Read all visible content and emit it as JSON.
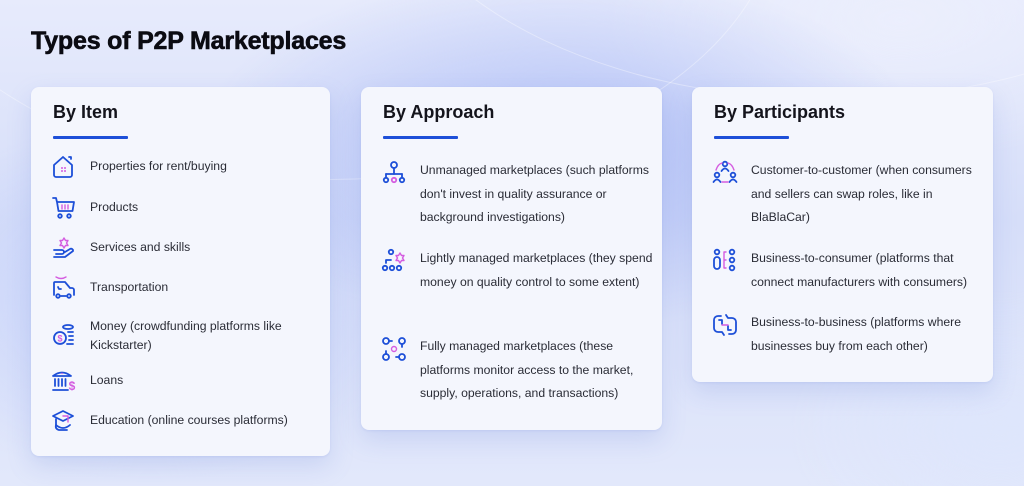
{
  "page": {
    "title": "Types of P2P Marketplaces"
  },
  "colors": {
    "accent_blue": "#1d4fd8",
    "accent_pink": "#d45ce0",
    "card_bg": "#f4f6fd",
    "title_text": "#0b0b12",
    "body_text": "#2a2c36"
  },
  "cards": [
    {
      "title": "By Item",
      "items": [
        {
          "icon": "house-icon",
          "text": "Properties for rent/buying"
        },
        {
          "icon": "shopping-cart-icon",
          "text": "Products"
        },
        {
          "icon": "hand-service-icon",
          "text": "Services and skills"
        },
        {
          "icon": "vehicle-icon",
          "text": "Transportation"
        },
        {
          "icon": "coin-stack-icon",
          "text": "Money (crowdfunding platforms like Kickstarter)"
        },
        {
          "icon": "bank-loan-icon",
          "text": "Loans"
        },
        {
          "icon": "graduation-cap-icon",
          "text": "Education (online courses platforms)"
        }
      ]
    },
    {
      "title": "By Approach",
      "items": [
        {
          "icon": "hierarchy-icon",
          "text": "Unmanaged marketplaces (such platforms don't invest in quality assurance or background investigations)"
        },
        {
          "icon": "hierarchy-gear-icon",
          "text": "Lightly managed marketplaces (they spend money on quality control to some extent)"
        },
        {
          "icon": "network-gear-icon",
          "text": "Fully managed marketplaces (these platforms monitor access to the market, supply, operations, and transactions)"
        }
      ]
    },
    {
      "title": "By Participants",
      "items": [
        {
          "icon": "people-cycle-icon",
          "text": "Customer-to-customer (when consumers and sellers can swap roles, like in BlaBlaCar)"
        },
        {
          "icon": "person-to-group-icon",
          "text": "Business-to-consumer (platforms that connect manufacturers with consumers)"
        },
        {
          "icon": "exchange-arrows-icon",
          "text": "Business-to-business (platforms where businesses buy from each other)"
        }
      ]
    }
  ]
}
